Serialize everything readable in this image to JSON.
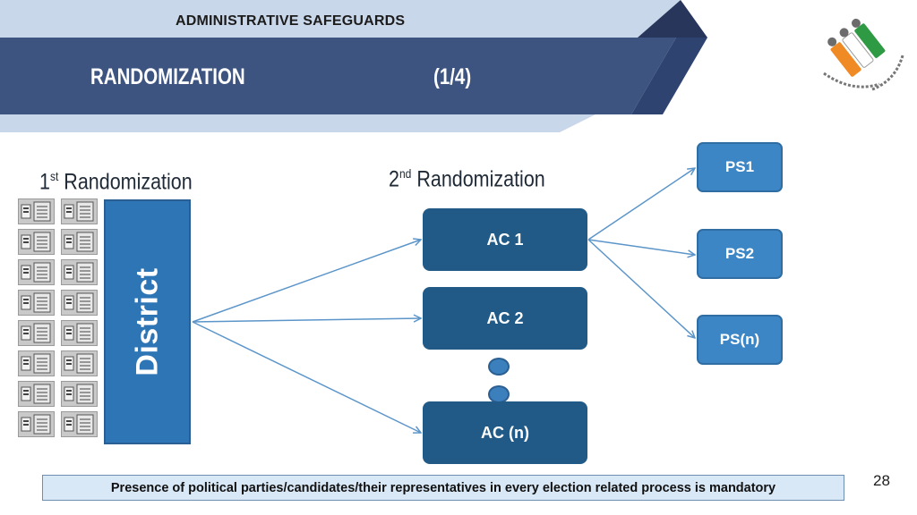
{
  "header": {
    "title": "ADMINISTRATIVE SAFEGUARDS",
    "subtitle": "RANDOMIZATION",
    "page_indicator": "(1/4)"
  },
  "logo": {
    "name": "election-commission-logo-icon"
  },
  "diagram": {
    "first_label": {
      "ordinal": "1",
      "suffix": "st",
      "text": " Randomization"
    },
    "second_label": {
      "ordinal": "2",
      "suffix": "nd",
      "text": " Randomization"
    },
    "district": "District",
    "acs": [
      "AC 1",
      "AC 2",
      "AC (n)"
    ],
    "polling_stations": [
      "PS1",
      "PS2",
      "PS(n)"
    ],
    "evm_icon": "voting-machine-icon"
  },
  "footer": {
    "note": "Presence of political parties/candidates/their representatives in every election related process is mandatory",
    "page_number": "28"
  },
  "colors": {
    "header_light": "#c9d7ea",
    "header_dark": "#3d5481",
    "district": "#2e75b6",
    "ac_box": "#215a86",
    "ps_box": "#3d86c6",
    "arrow": "#5b95c9"
  }
}
